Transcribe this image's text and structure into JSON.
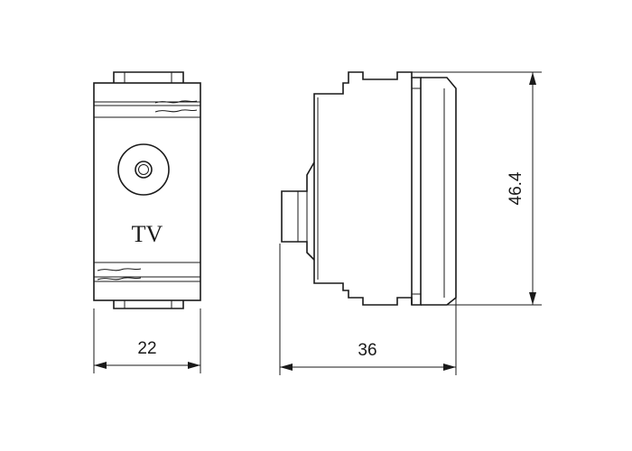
{
  "front_view": {
    "label": "TV"
  },
  "dimensions": {
    "width": "22",
    "depth": "36",
    "height": "46.4"
  },
  "colors": {
    "line": "#1a1a1a",
    "background": "#ffffff"
  }
}
